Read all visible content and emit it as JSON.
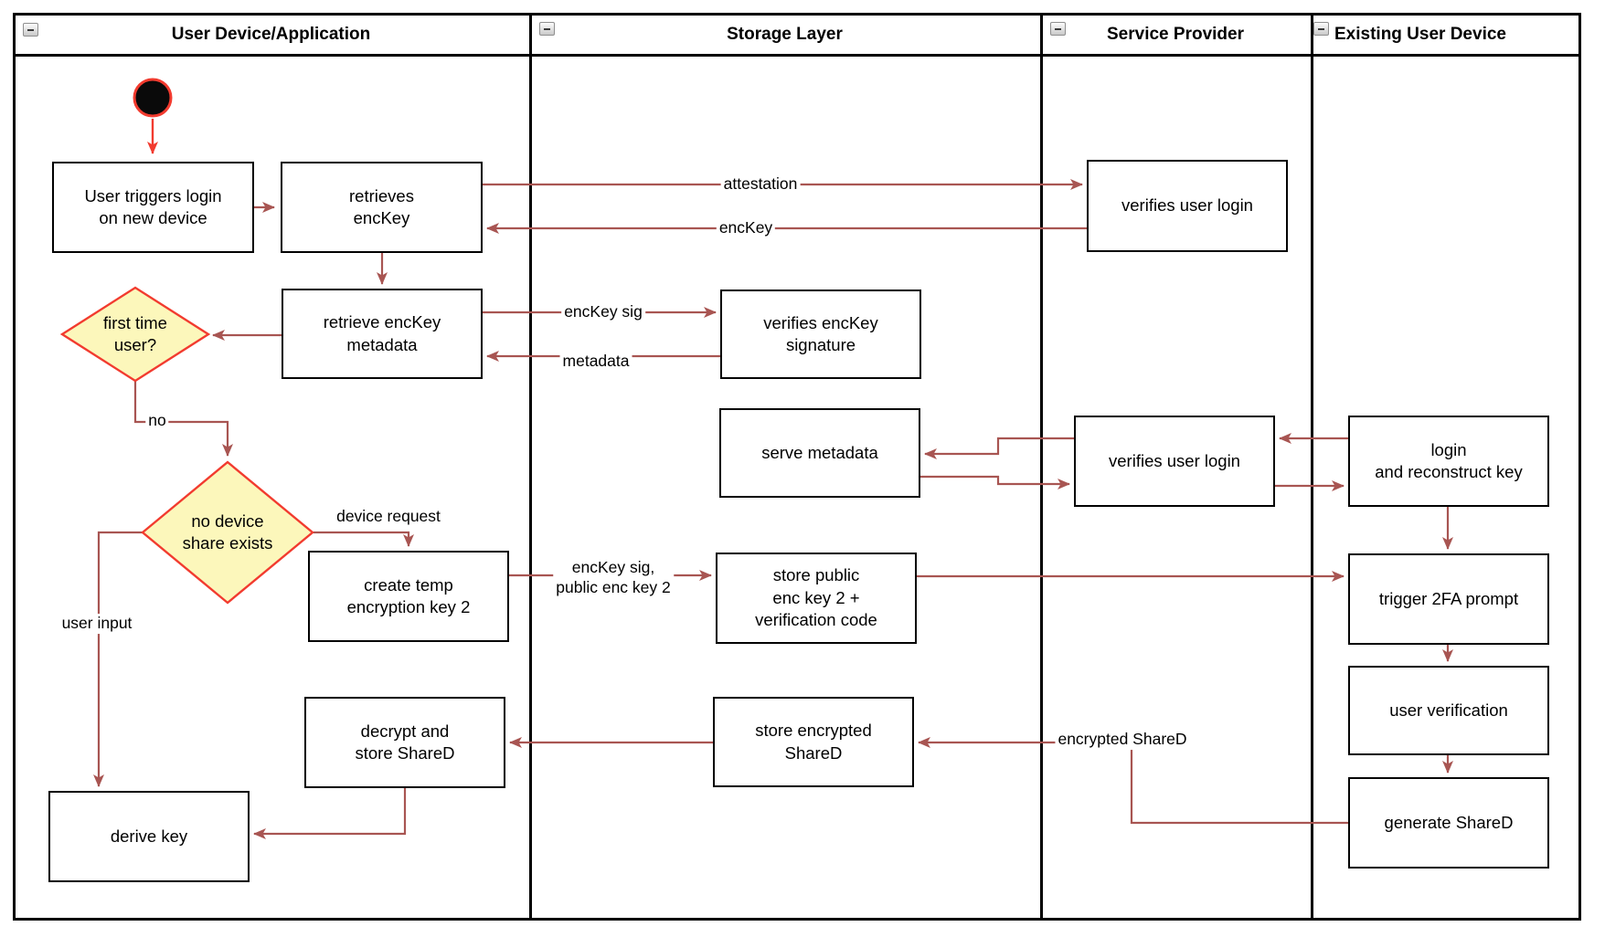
{
  "diagram": {
    "lanes": [
      {
        "label": "User Device/Application",
        "icon": "collapse-minus-icon"
      },
      {
        "label": "Storage Layer",
        "icon": "collapse-minus-icon"
      },
      {
        "label": "Service Provider",
        "icon": "collapse-minus-icon"
      },
      {
        "label": "Existing User Device",
        "icon": "collapse-minus-icon"
      }
    ],
    "start_node": {
      "type": "initial-state"
    },
    "nodes": {
      "user_triggers": {
        "label": "User triggers login\non new device"
      },
      "retrieves_enckey": {
        "label": "retrieves\nencKey"
      },
      "verifies_login_1": {
        "label": "verifies user login"
      },
      "retrieve_metadata": {
        "label": "retrieve encKey\nmetadata"
      },
      "verifies_signature": {
        "label": "verifies encKey\nsignature"
      },
      "serve_metadata": {
        "label": "serve metadata"
      },
      "verifies_login_2": {
        "label": "verifies user login"
      },
      "login_reconstruct": {
        "label": "login\nand reconstruct key"
      },
      "create_temp_key": {
        "label": "create temp\nencryption key 2"
      },
      "store_public_key": {
        "label": "store public\nenc key 2 +\nverification code"
      },
      "trigger_2fa": {
        "label": "trigger 2FA prompt"
      },
      "user_verification": {
        "label": "user verification"
      },
      "generate_shared": {
        "label": "generate ShareD"
      },
      "store_enc_shared": {
        "label": "store encrypted\nShareD"
      },
      "decrypt_shared": {
        "label": "decrypt and\nstore ShareD"
      },
      "derive_key": {
        "label": "derive key"
      }
    },
    "decisions": {
      "first_time": {
        "label": "first time\nuser?"
      },
      "no_share": {
        "label": "no device\nshare exists"
      }
    },
    "edge_labels": {
      "attestation": "attestation",
      "enckey": "encKey",
      "enckey_sig": "encKey sig",
      "metadata": "metadata",
      "no": "no",
      "device_request": "device request",
      "enckey_sig_public": "encKey sig,\npublic enc key 2",
      "user_input": "user input",
      "encrypted_shared": "encrypted ShareD"
    },
    "colors": {
      "arrow": "#a85552",
      "start": "#f23b2f",
      "start-fill": "#0a0a0a",
      "decision-fill": "#fcf7bb",
      "decision-stroke": "#f23b2f"
    }
  }
}
